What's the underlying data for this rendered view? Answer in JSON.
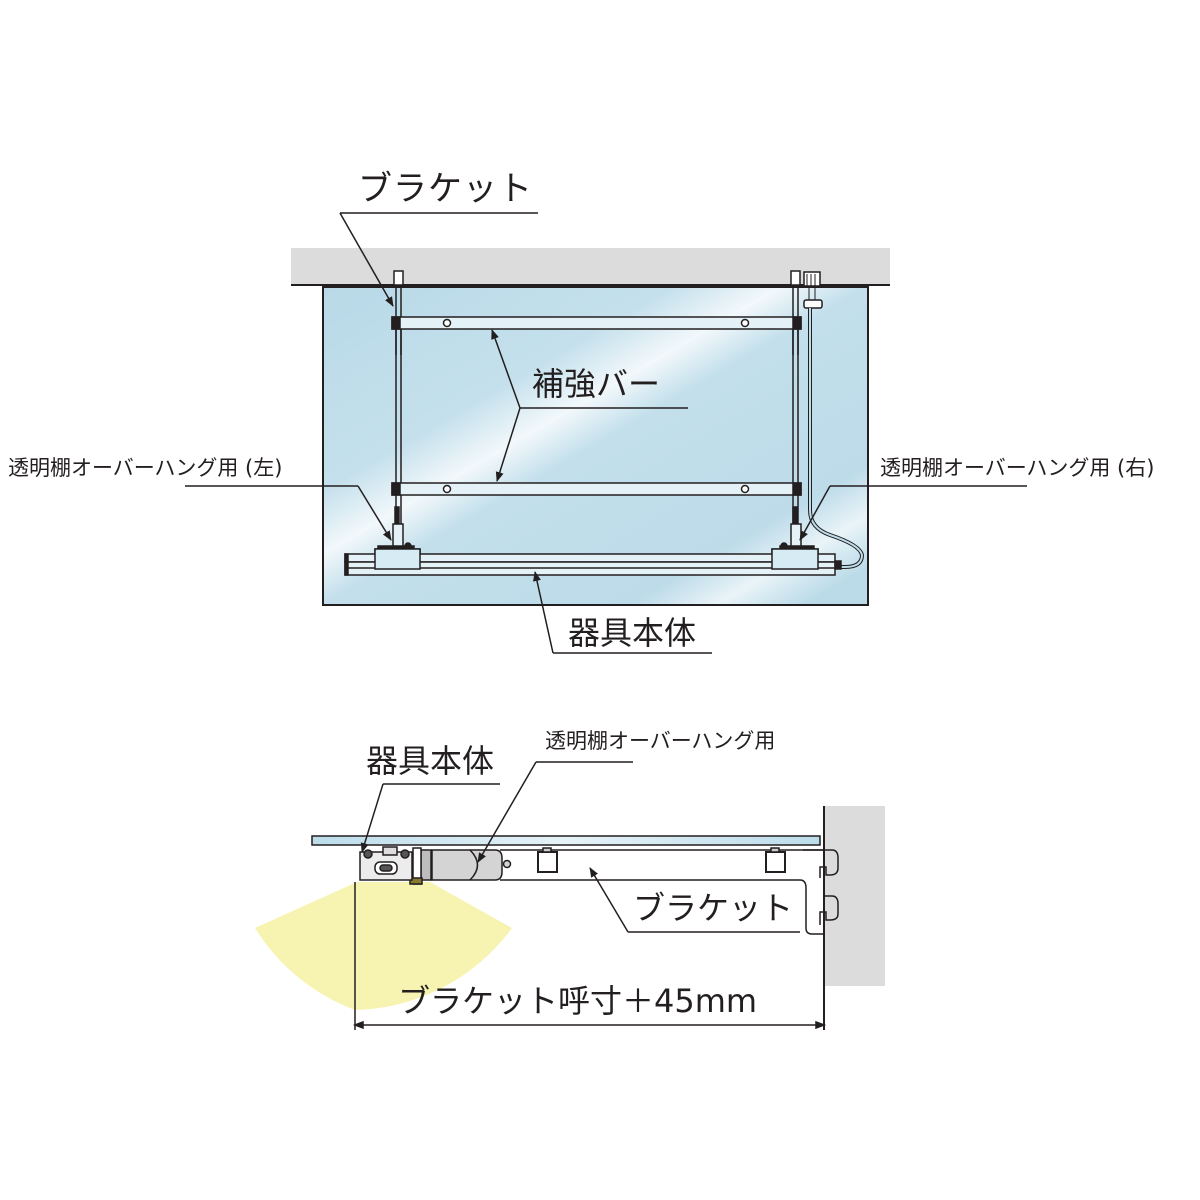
{
  "front_view": {
    "labels": {
      "bracket": "ブラケット",
      "reinforcement_bar": "補強バー",
      "overhang_left": "透明棚オーバーハング用 (左)",
      "overhang_right": "透明棚オーバーハング用 (右)",
      "fixture_body": "器具本体"
    }
  },
  "side_view": {
    "labels": {
      "fixture_body": "器具本体",
      "overhang": "透明棚オーバーハング用",
      "bracket": "ブラケット",
      "dimension": "ブラケット呼寸＋45mm"
    }
  },
  "colors": {
    "glass": "#bcdcea",
    "ceiling": "#dcdcdc",
    "wall": "#dcdcdc",
    "light_beam": "#f7f3b0",
    "line": "#231f20"
  }
}
